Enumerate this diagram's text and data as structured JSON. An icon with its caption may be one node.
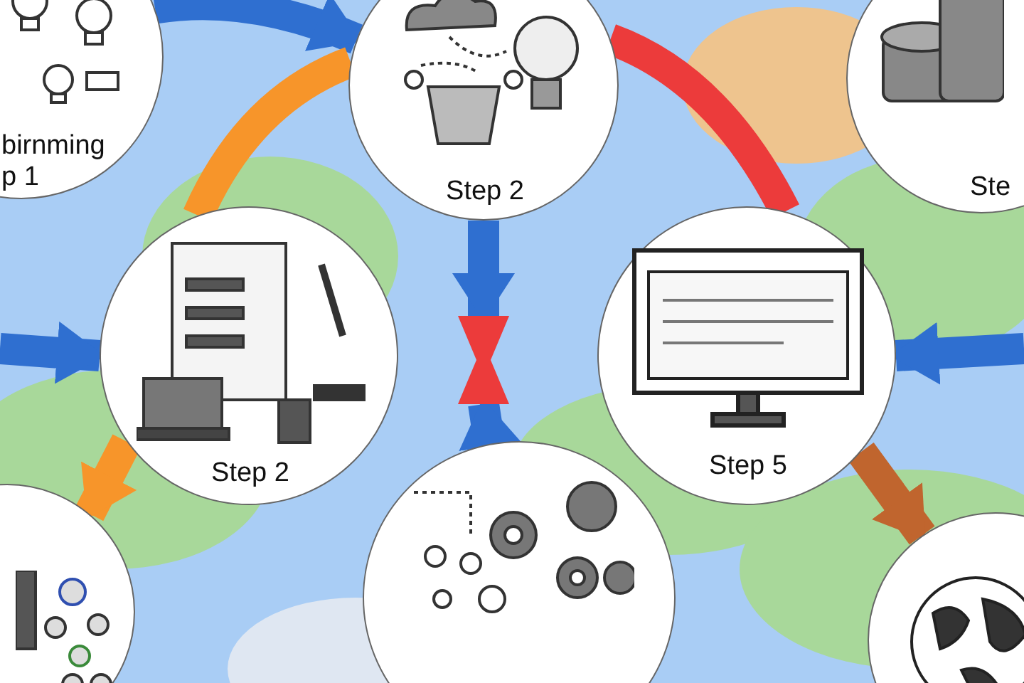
{
  "diagram": {
    "nodes": [
      {
        "text": [
          "birnming p 1"
        ]
      },
      {
        "text": [
          "Step 2"
        ]
      },
      {
        "text": [
          "Ste"
        ]
      },
      {
        "text": [
          "Step 2"
        ]
      },
      {
        "text": [
          "Step 5"
        ]
      },
      {
        "text": [],
        "shape": "circle"
      },
      {
        "text": [],
        "shape": "circle"
      },
      {
        "text": [],
        "shape": "circle"
      },
      {
        "text": [],
        "shape": "hourglass"
      }
    ],
    "edges": [
      {
        "from": 0,
        "to": 1,
        "arrow": "to"
      },
      {
        "from": 1,
        "to": 3,
        "arrow": "none",
        "color": "#f7952a"
      },
      {
        "from": 1,
        "to": 4,
        "arrow": "none",
        "color": "#ec3b3b"
      },
      {
        "from": 1,
        "to": 8,
        "arrow": "to"
      },
      {
        "from": 6,
        "to": 8,
        "arrow": "to"
      },
      {
        "from": null,
        "to": 3,
        "arrow": "to"
      },
      {
        "from": null,
        "to": 4,
        "arrow": "to"
      },
      {
        "from": 3,
        "to": 5,
        "arrow": "to",
        "color": "#f7952a"
      },
      {
        "from": 4,
        "to": 7,
        "arrow": "to",
        "color": "#c0652e"
      }
    ]
  }
}
